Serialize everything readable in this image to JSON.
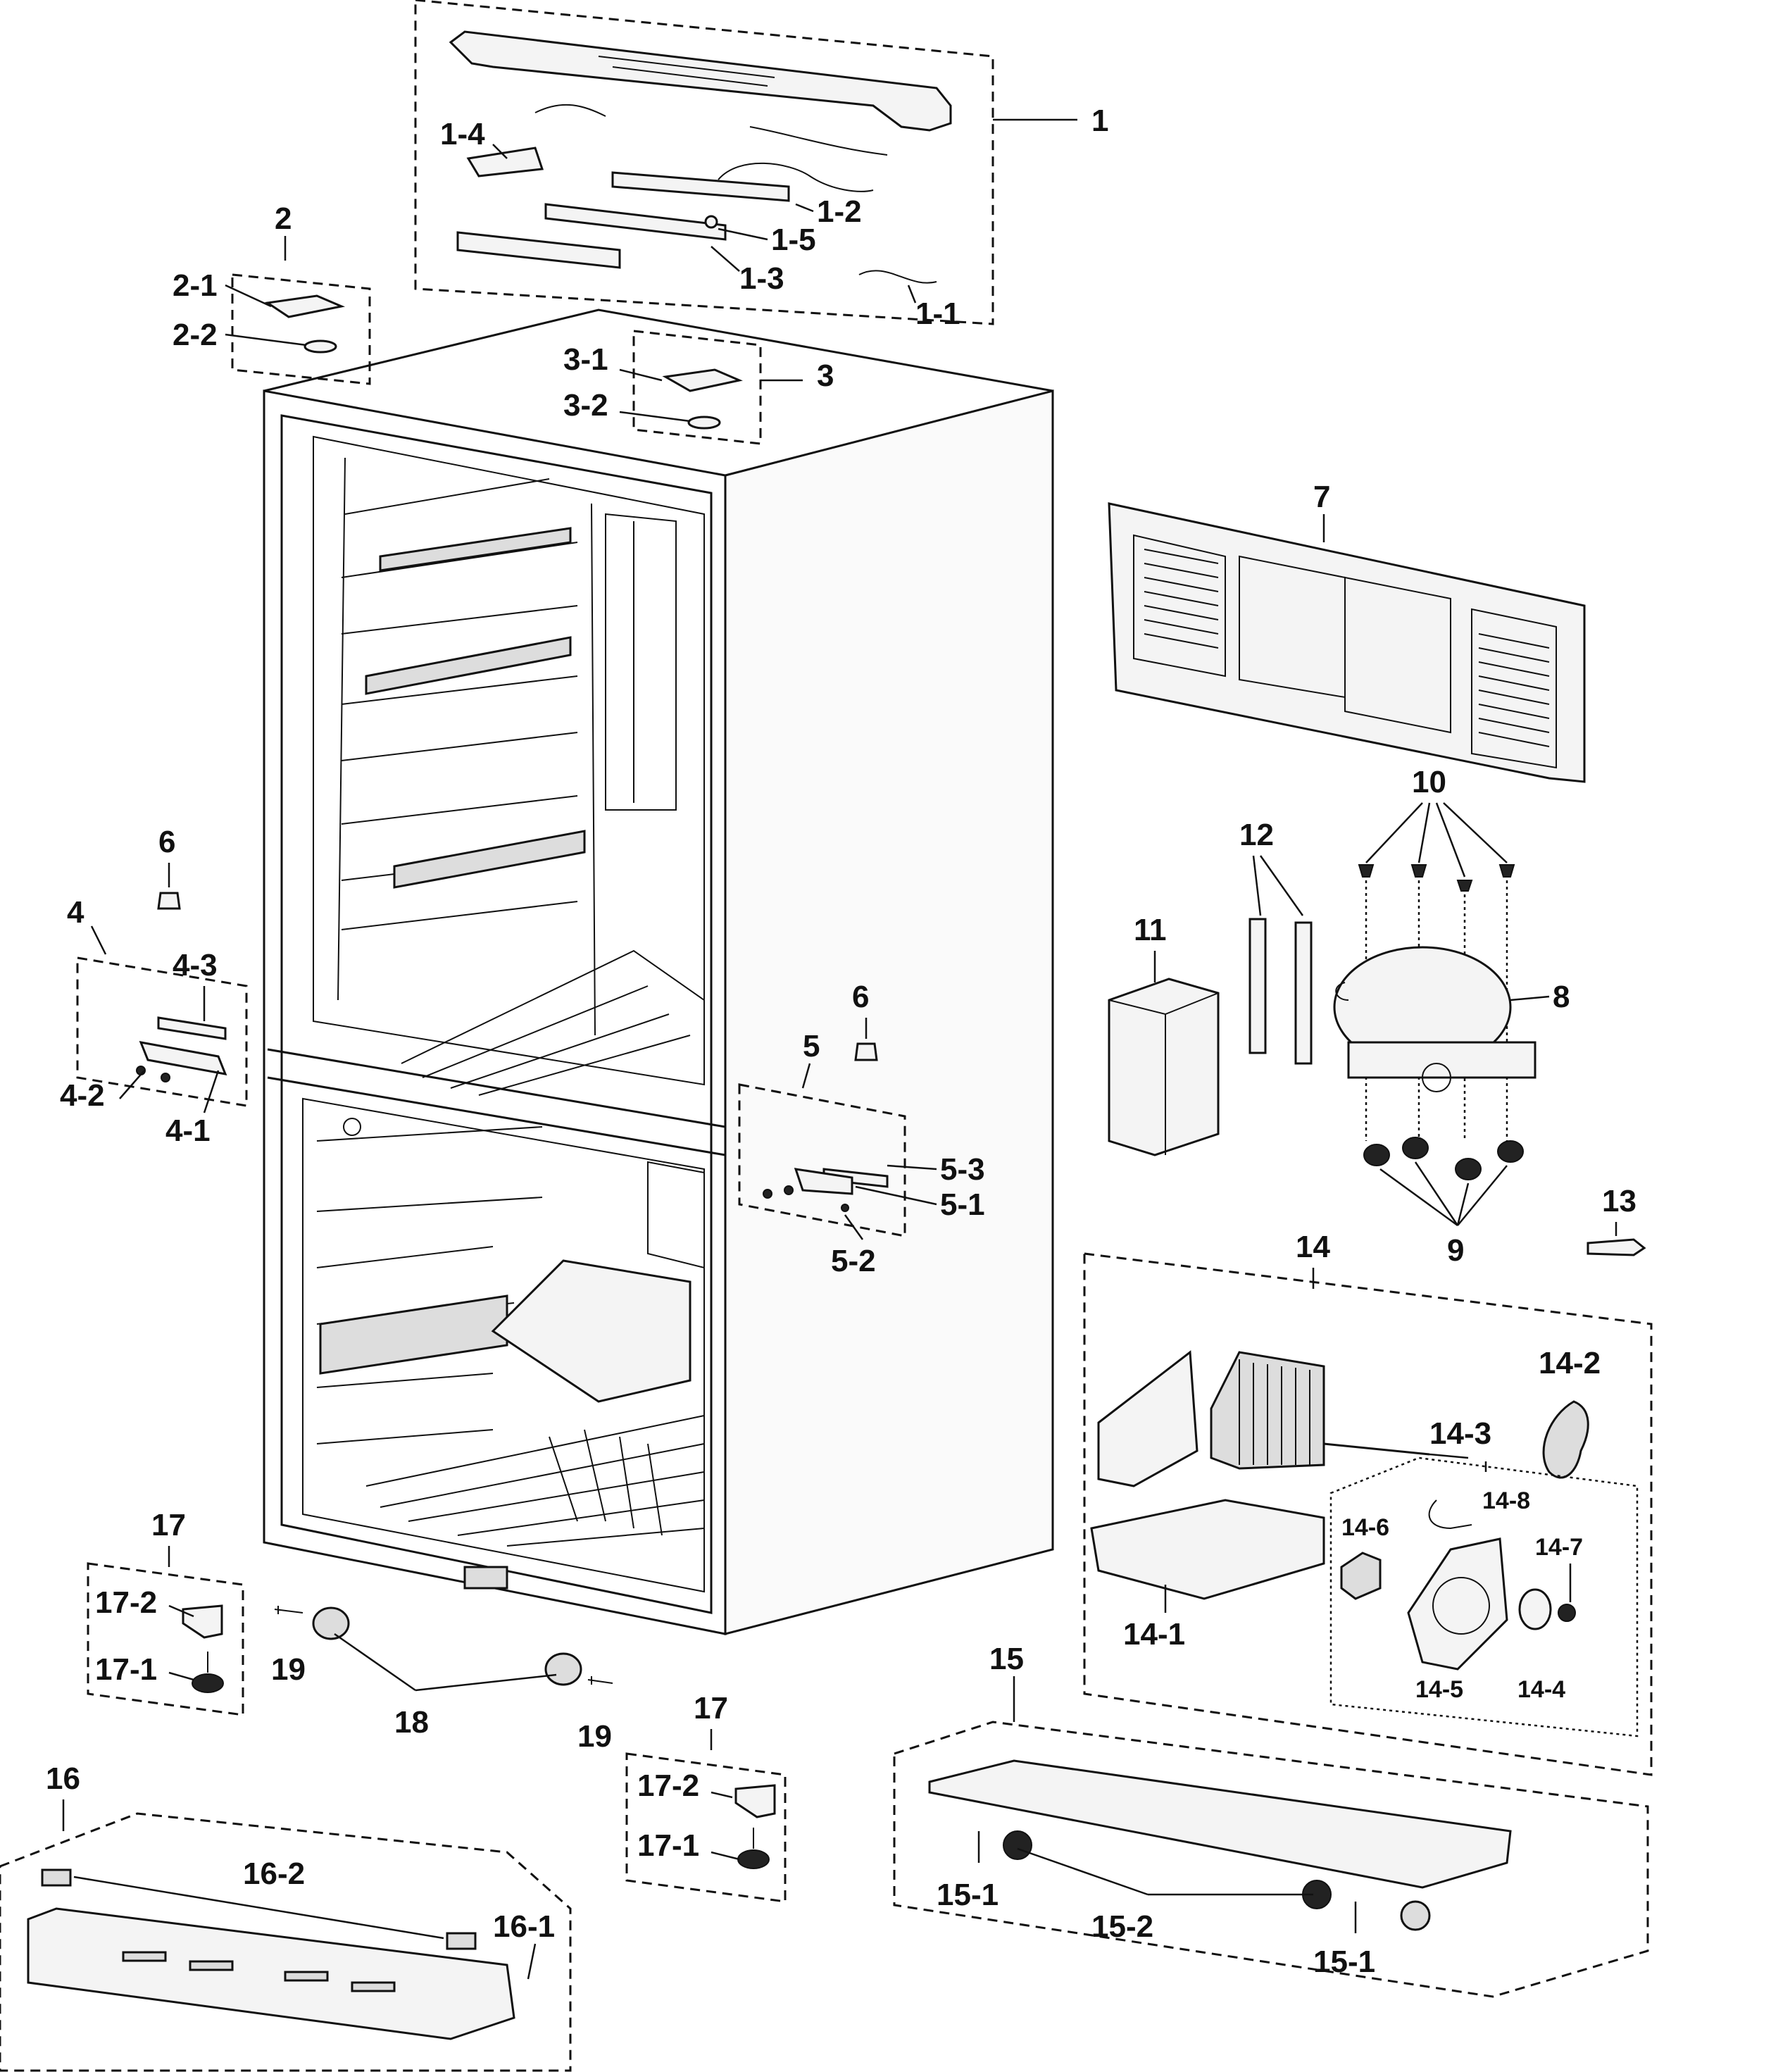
{
  "callouts": {
    "c1": "1",
    "c1_1": "1-1",
    "c1_2": "1-2",
    "c1_3": "1-3",
    "c1_4": "1-4",
    "c1_5": "1-5",
    "c2": "2",
    "c2_1": "2-1",
    "c2_2": "2-2",
    "c3": "3",
    "c3_1": "3-1",
    "c3_2": "3-2",
    "c4": "4",
    "c4_1": "4-1",
    "c4_2": "4-2",
    "c4_3": "4-3",
    "c5": "5",
    "c5_1": "5-1",
    "c5_2": "5-2",
    "c5_3": "5-3",
    "c6a": "6",
    "c6b": "6",
    "c7": "7",
    "c8": "8",
    "c9": "9",
    "c10": "10",
    "c11": "11",
    "c12": "12",
    "c13": "13",
    "c14": "14",
    "c14_1": "14-1",
    "c14_2": "14-2",
    "c14_3": "14-3",
    "c14_4": "14-4",
    "c14_5": "14-5",
    "c14_6": "14-6",
    "c14_7": "14-7",
    "c14_8": "14-8",
    "c15": "15",
    "c15_1a": "15-1",
    "c15_1b": "15-1",
    "c15_2": "15-2",
    "c16": "16",
    "c16_1": "16-1",
    "c16_2": "16-2",
    "c17a": "17",
    "c17_1a": "17-1",
    "c17_2a": "17-2",
    "c17b": "17",
    "c17_1b": "17-1",
    "c17_2b": "17-2",
    "c18": "18",
    "c19a": "19",
    "c19b": "19"
  }
}
